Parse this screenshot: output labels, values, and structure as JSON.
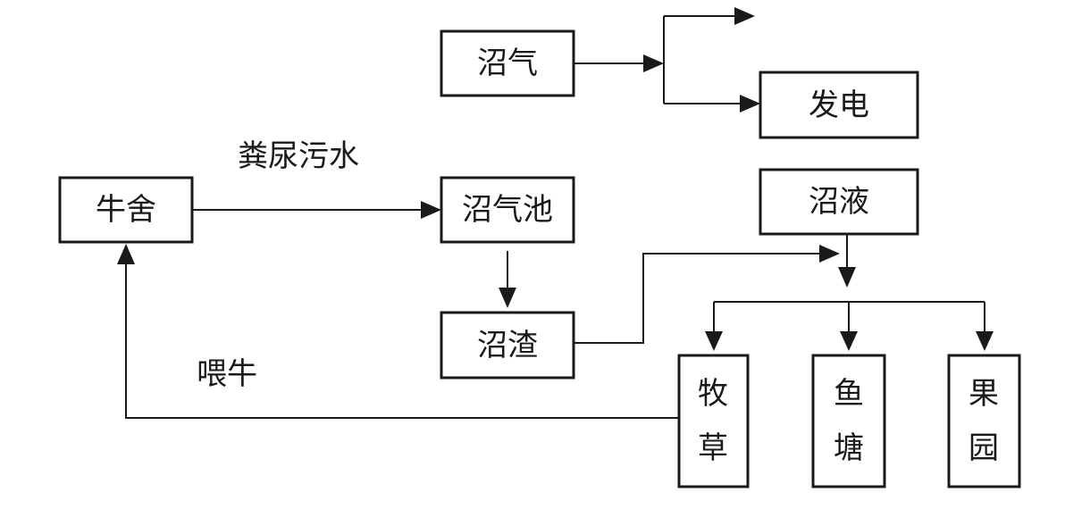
{
  "nodes": {
    "biogas": "沼气",
    "power": "发电",
    "cowshed": "牛舍",
    "digester": "沼气池",
    "residue": "沼渣",
    "slurry": "沼液",
    "forage": [
      "牧",
      "草"
    ],
    "fishpond": [
      "鱼",
      "塘"
    ],
    "orchard": [
      "果",
      "园"
    ]
  },
  "edge_labels": {
    "manure": "粪尿污水",
    "feed": "喂牛"
  }
}
